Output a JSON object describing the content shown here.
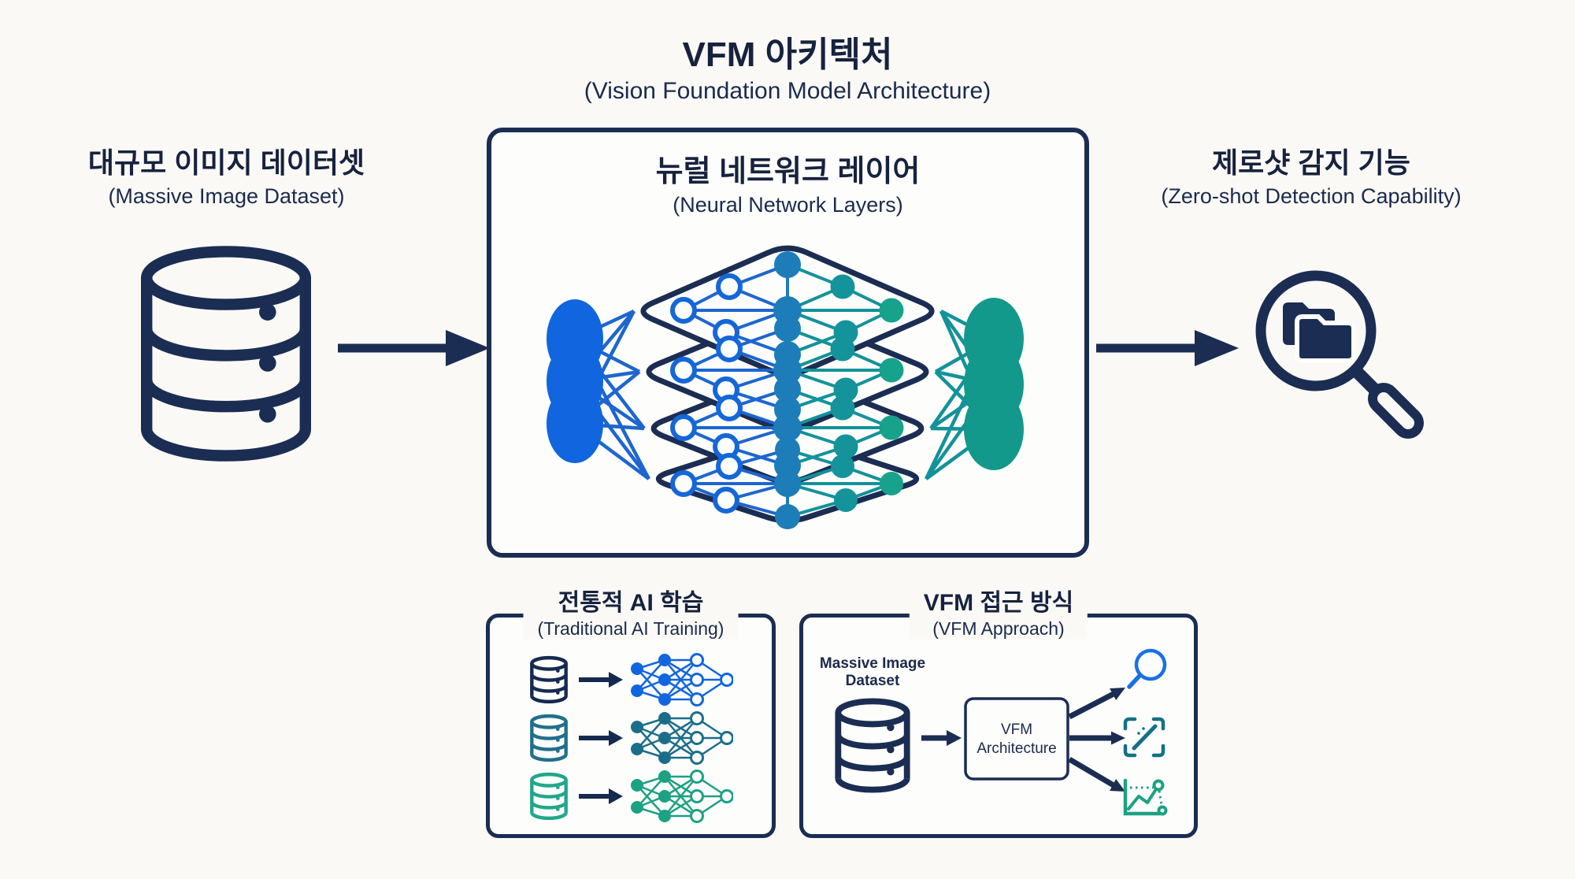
{
  "title": {
    "ko": "VFM 아키텍처",
    "en": "(Vision Foundation Model Architecture)"
  },
  "input_stage": {
    "ko": "대규모 이미지 데이터셋",
    "en": "(Massive Image Dataset)",
    "icon": "database-icon"
  },
  "model_stage": {
    "ko": "뉴럴 네트워크 레이어",
    "en": "(Neural Network Layers)",
    "icon": "stacked-neural-network-layers"
  },
  "output_stage": {
    "ko": "제로샷 감지 기능",
    "en": "(Zero-shot Detection Capability)",
    "icon": "magnifier-folders-icon"
  },
  "traditional_panel": {
    "ko": "전통적 AI 학습",
    "en": "(Traditional AI Training)",
    "rows": [
      {
        "icon": "database-icon",
        "network": "neural-network-icon",
        "color": "#1266dd",
        "db_color": "#152a4e"
      },
      {
        "icon": "database-icon",
        "network": "neural-network-icon",
        "color": "#1b6e8a",
        "db_color": "#20708a"
      },
      {
        "icon": "database-icon",
        "network": "neural-network-icon",
        "color": "#1ca183",
        "db_color": "#21a78b"
      }
    ]
  },
  "vfm_panel": {
    "ko": "VFM 접근 방식",
    "en": "(VFM Approach)",
    "dataset_label": {
      "line1": "Massive Image",
      "line2": "Dataset"
    },
    "vfm_box": {
      "line1": "VFM",
      "line2": "Architecture"
    },
    "output_icons": [
      "search-icon",
      "scan-annotate-icon",
      "metrics-chart-icon"
    ]
  },
  "colors": {
    "background": "#faf9f6",
    "navy": "#1b2d52",
    "text": "#1b2a4c",
    "input_blue": "#1165de",
    "steel_blue": "#1c7db8",
    "mid_teal": "#14939b",
    "green_teal": "#17a28c",
    "output_teal": "#12998b",
    "icon_blue": "#1a6fe8",
    "icon_teal": "#147086",
    "icon_green": "#1ca183"
  }
}
